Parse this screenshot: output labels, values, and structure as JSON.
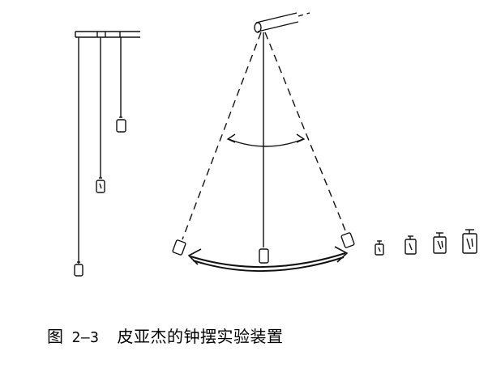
{
  "caption": {
    "figure_label": "图",
    "figure_number": "2—3",
    "title": "皮亚杰的钟摆实验装置"
  },
  "colors": {
    "ink": "#111111",
    "paper": "#ffffff"
  }
}
